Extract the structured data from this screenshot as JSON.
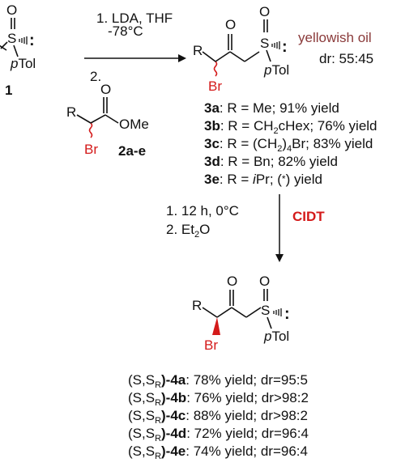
{
  "reagent1": {
    "label": "1",
    "o": "O",
    "s": "S",
    "lp": ":",
    "sub": "pTol"
  },
  "reagent2": {
    "label": "2a-e",
    "r": "R",
    "o": "O",
    "ome": "OMe",
    "br": "Br"
  },
  "step1": {
    "cond1": "1. LDA, THF",
    "cond1b": "-78°C",
    "cond2": "2."
  },
  "product3": {
    "r": "R",
    "o1": "O",
    "o2": "O",
    "s": "S",
    "lp": ":",
    "sub": "pTol",
    "br": "Br",
    "note": "yellowish oil",
    "dr": "dr: 55:45",
    "entries": [
      {
        "id": "3a",
        "pre": ": R = Me; ",
        "yield": "91% yield"
      },
      {
        "id": "3b",
        "pre": ": R = CH",
        "sub2": "2",
        "post": "cHex; 76% yield"
      },
      {
        "id": "3c",
        "pre": ": R = (CH",
        "sub2": "2",
        "post": ")",
        "sub4": "4",
        "post2": "Br; 83% yield"
      },
      {
        "id": "3d",
        "pre": ": R = Bn; ",
        "yield": "82% yield"
      },
      {
        "id": "3e",
        "pre": ": R = ",
        "ipr": "i",
        "post": "Pr; (",
        "star": "*",
        "post2": ") yield"
      }
    ]
  },
  "step2": {
    "cond1": "1. 12 h, 0°C",
    "cond2": "2. Et",
    "cond2sub": "2",
    "cond2post": "O",
    "cidt": "CIDT"
  },
  "product4": {
    "r": "R",
    "o1": "O",
    "o2": "O",
    "s": "S",
    "lp": ":",
    "sub": "pTol",
    "br": "Br",
    "entries": [
      {
        "prefix": "(S,S",
        "sub": "R",
        "id": ")-4a",
        "rest": ": 78% yield; dr=95:5"
      },
      {
        "prefix": "(S,S",
        "sub": "R",
        "id": ")-4b",
        "rest": ": 76% yield; dr>98:2"
      },
      {
        "prefix": "(S,S",
        "sub": "R",
        "id": ")-4c",
        "rest": ": 88% yield; dr>98:2"
      },
      {
        "prefix": "(S,S",
        "sub": "R",
        "id": ")-4d",
        "rest": ": 72% yield; dr=96:4"
      },
      {
        "prefix": "(S,S",
        "sub": "R",
        "id": ")-4e",
        "rest": ": 74% yield; dr=96:4"
      }
    ]
  }
}
